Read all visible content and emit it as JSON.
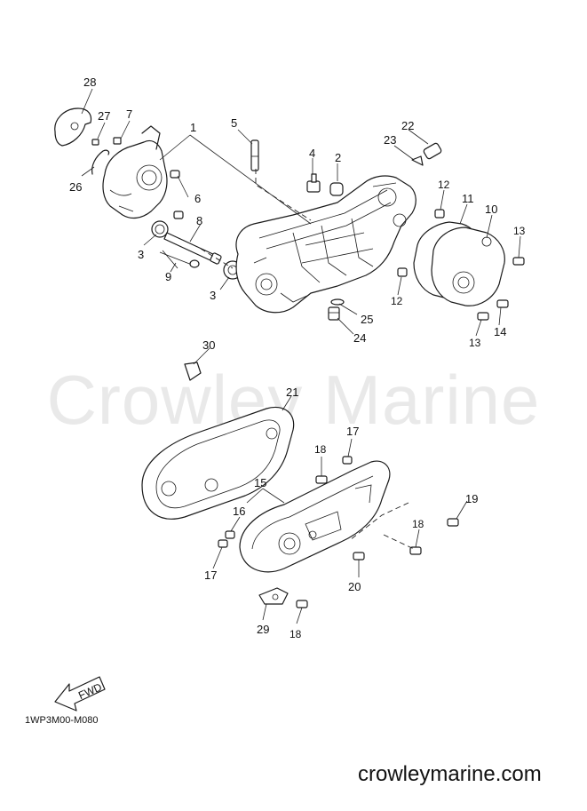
{
  "watermark": "Crowley Marine",
  "diagram_code": "1WP3M00-M080",
  "website": "crowleymarine.com",
  "fwd_label": "FWD",
  "callouts": [
    {
      "id": "c1",
      "label": "1"
    },
    {
      "id": "c2",
      "label": "2"
    },
    {
      "id": "c3a",
      "label": "3"
    },
    {
      "id": "c3b",
      "label": "3"
    },
    {
      "id": "c4",
      "label": "4"
    },
    {
      "id": "c5",
      "label": "5"
    },
    {
      "id": "c6",
      "label": "6"
    },
    {
      "id": "c7",
      "label": "7"
    },
    {
      "id": "c8",
      "label": "8"
    },
    {
      "id": "c9",
      "label": "9"
    },
    {
      "id": "c10",
      "label": "10"
    },
    {
      "id": "c11",
      "label": "11"
    },
    {
      "id": "c12a",
      "label": "12"
    },
    {
      "id": "c12b",
      "label": "12"
    },
    {
      "id": "c13a",
      "label": "13"
    },
    {
      "id": "c13b",
      "label": "13"
    },
    {
      "id": "c14",
      "label": "14"
    },
    {
      "id": "c15",
      "label": "15"
    },
    {
      "id": "c16",
      "label": "16"
    },
    {
      "id": "c17a",
      "label": "17"
    },
    {
      "id": "c17b",
      "label": "17"
    },
    {
      "id": "c18a",
      "label": "18"
    },
    {
      "id": "c18b",
      "label": "18"
    },
    {
      "id": "c18c",
      "label": "18"
    },
    {
      "id": "c19",
      "label": "19"
    },
    {
      "id": "c20",
      "label": "20"
    },
    {
      "id": "c21",
      "label": "21"
    },
    {
      "id": "c22",
      "label": "22"
    },
    {
      "id": "c23",
      "label": "23"
    },
    {
      "id": "c24",
      "label": "24"
    },
    {
      "id": "c25",
      "label": "25"
    },
    {
      "id": "c26",
      "label": "26"
    },
    {
      "id": "c27",
      "label": "27"
    },
    {
      "id": "c28",
      "label": "28"
    },
    {
      "id": "c29",
      "label": "29"
    },
    {
      "id": "c30",
      "label": "30"
    }
  ]
}
